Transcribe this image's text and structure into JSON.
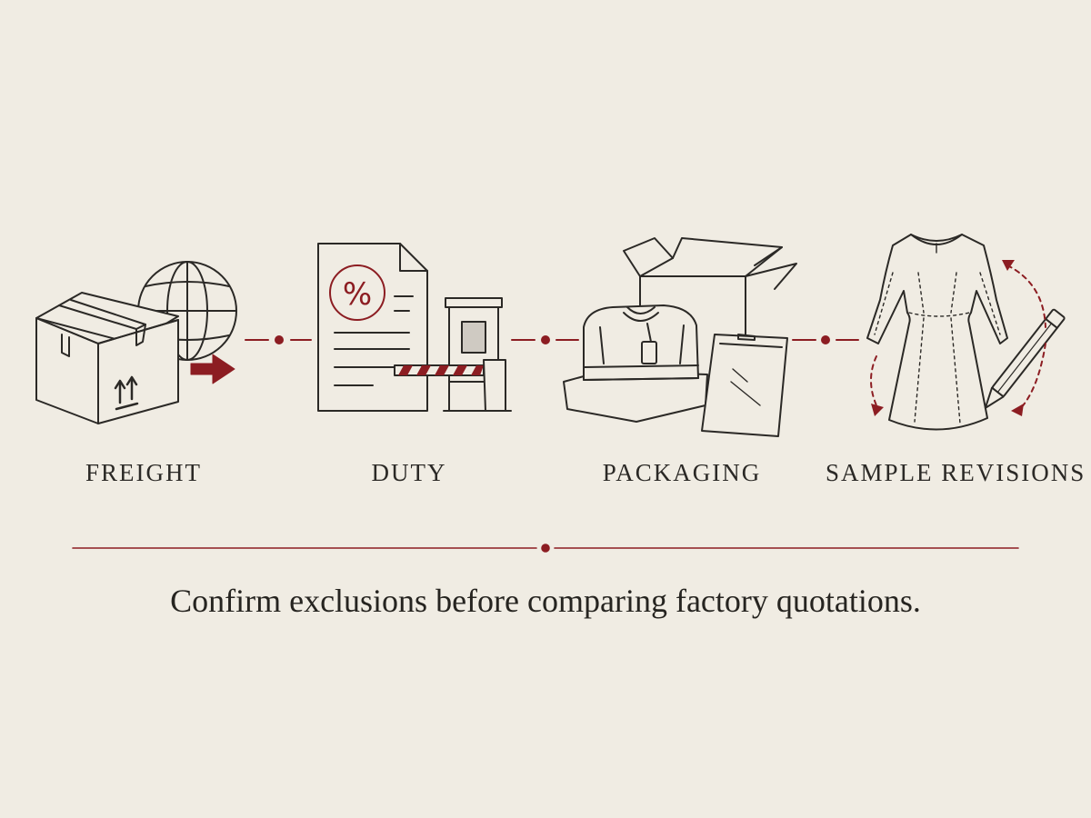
{
  "colors": {
    "ink": "#2b2926",
    "accent": "#8c1d22",
    "background": "#f0ece3"
  },
  "steps": [
    {
      "label": "FREIGHT",
      "icon": "box-globe-icon"
    },
    {
      "label": "DUTY",
      "icon": "document-customs-gate-icon"
    },
    {
      "label": "PACKAGING",
      "icon": "box-garment-bag-icon"
    },
    {
      "label": "SAMPLE REVISIONS",
      "icon": "dress-pencil-icon"
    }
  ],
  "caption": "Confirm exclusions before comparing factory quotations."
}
